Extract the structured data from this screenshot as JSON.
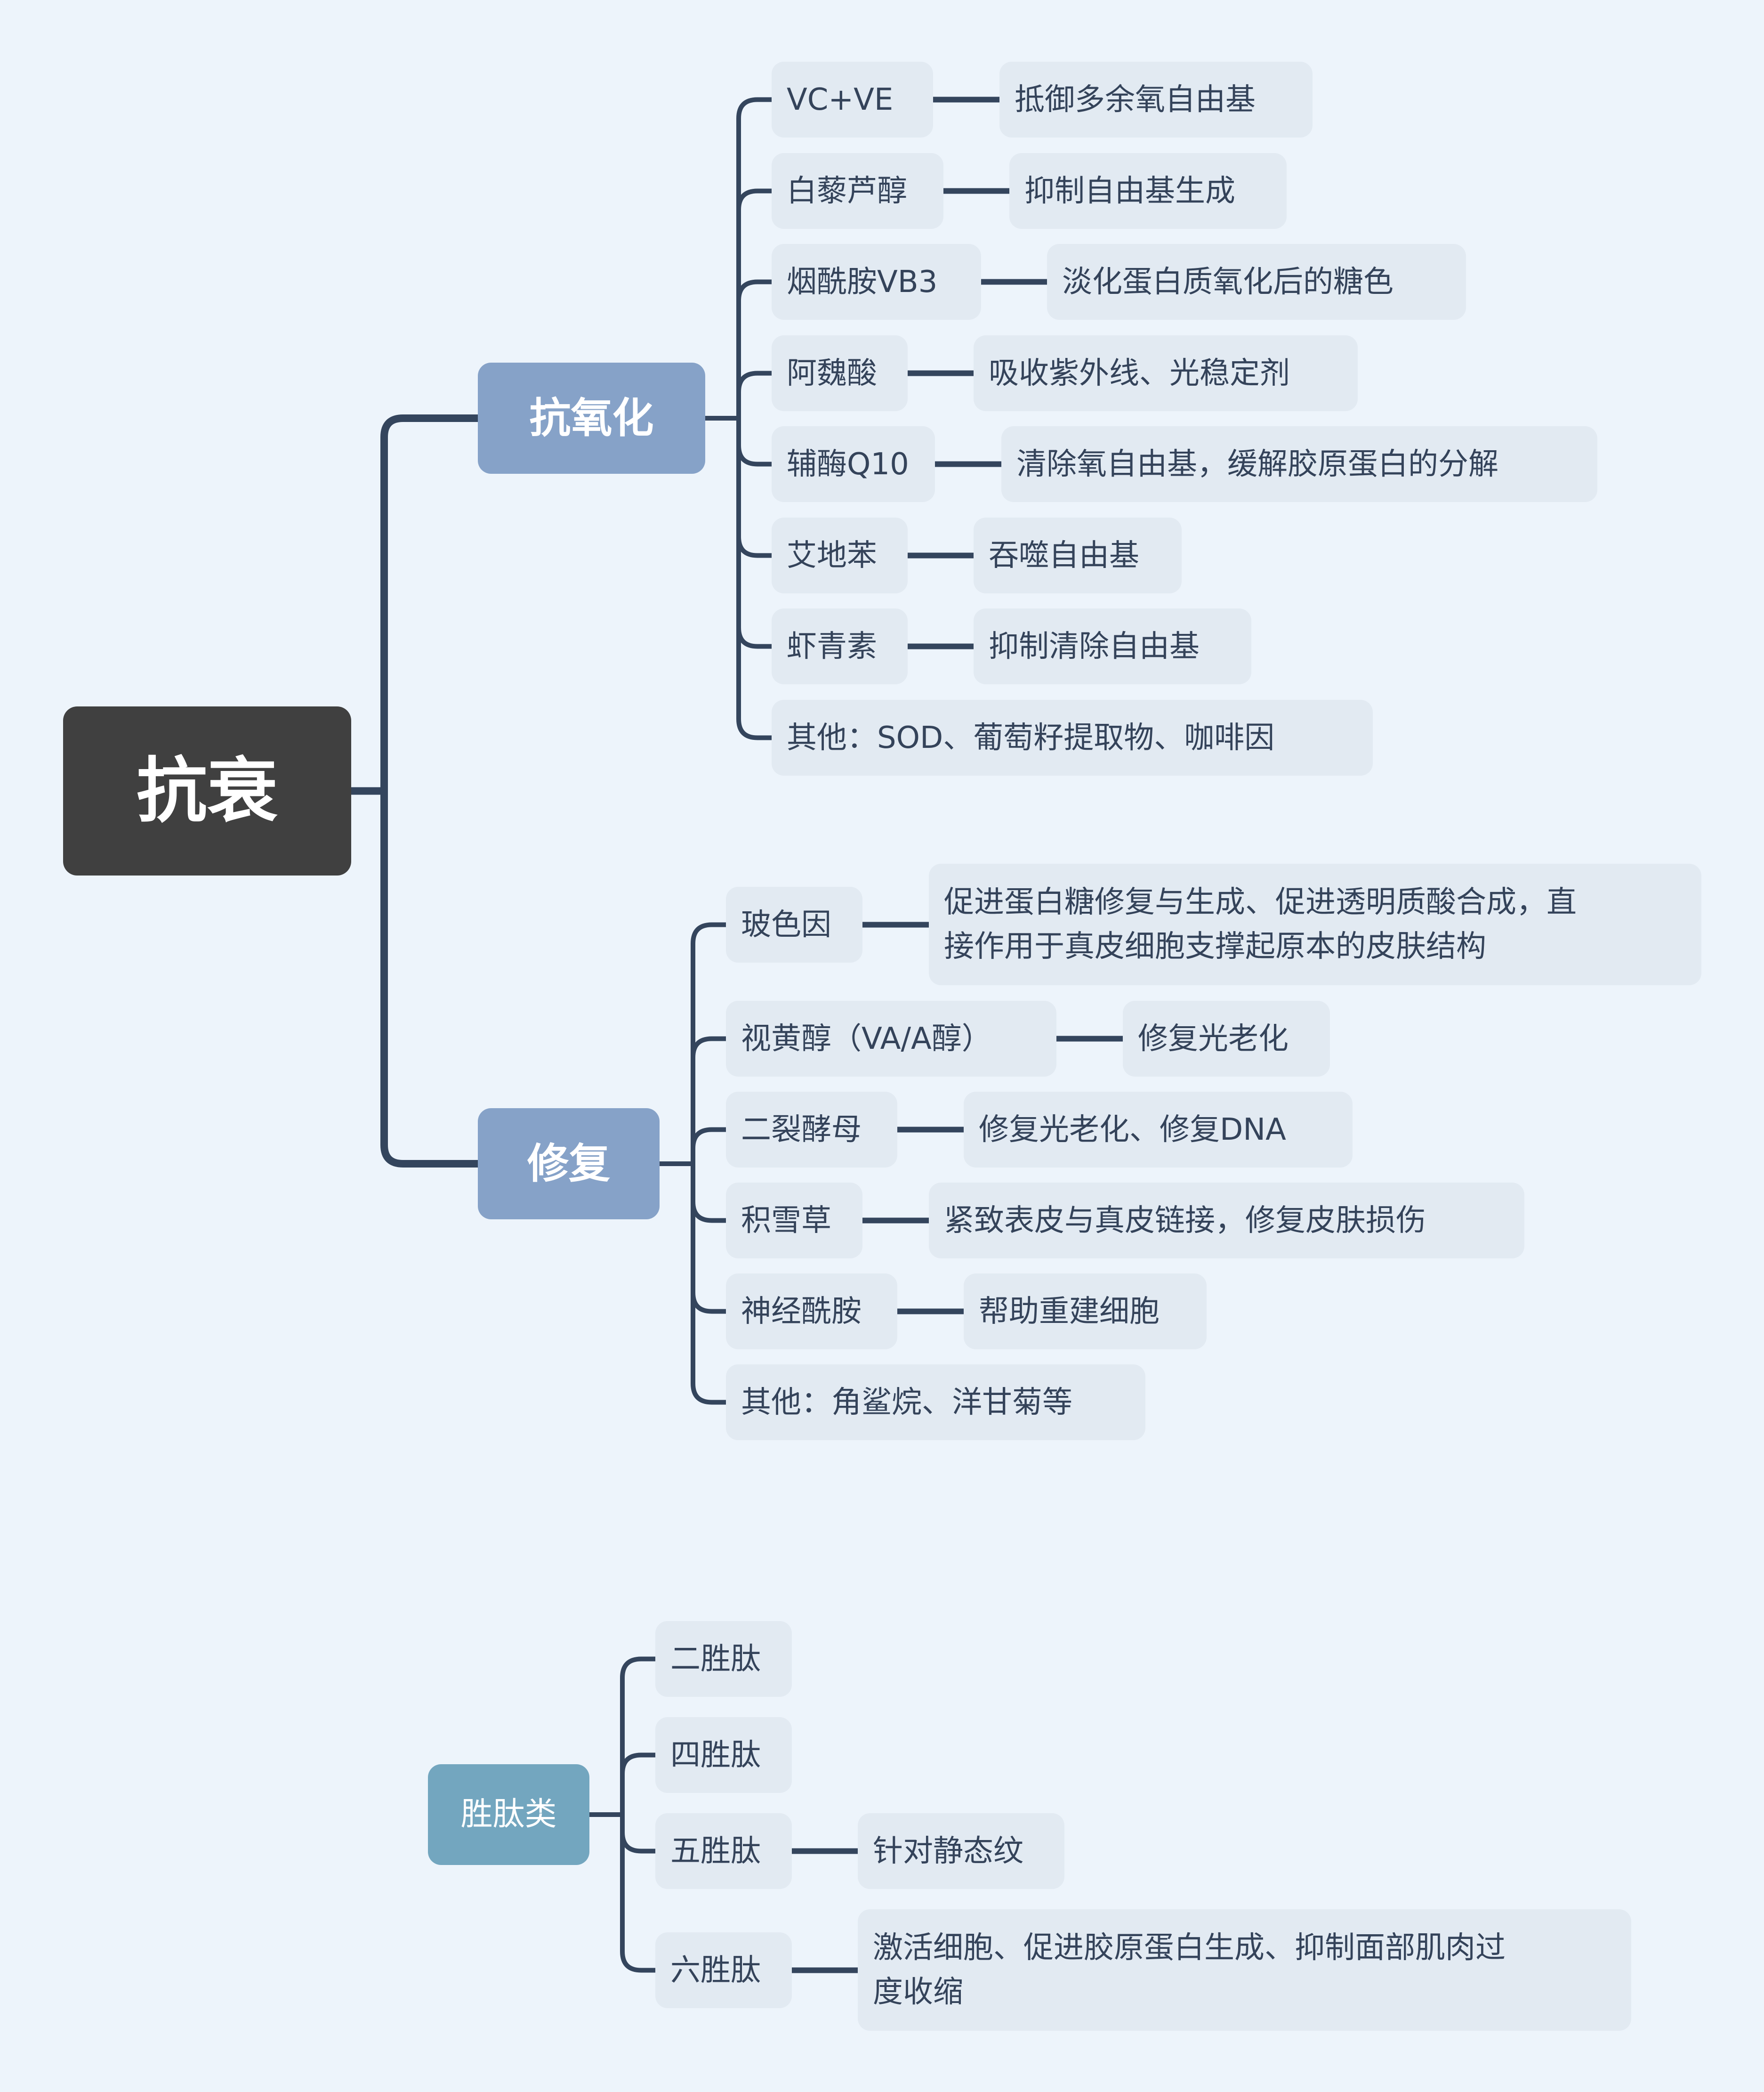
{
  "title": "抗衰",
  "colors": {
    "background": "#edf4fb",
    "line": "#34455d",
    "root_fill": "#404040",
    "main_fill": "#86a2c8",
    "floating_fill": "#73a6bf",
    "sub_fill": "#e2eaf2",
    "text_dark": "#34435a",
    "text_light": "#ffffff"
  },
  "root": {
    "label": "抗衰",
    "branches": [
      {
        "label": "抗氧化",
        "children": [
          {
            "label": "VC+VE",
            "desc": "抵御多余氧自由基"
          },
          {
            "label": "白藜芦醇",
            "desc": "抑制自由基生成"
          },
          {
            "label": "烟酰胺VB3",
            "desc": "淡化蛋白质氧化后的糖色"
          },
          {
            "label": "阿魏酸",
            "desc": "吸收紫外线、光稳定剂"
          },
          {
            "label": "辅酶Q10",
            "desc": "清除氧自由基，缓解胶原蛋白的分解"
          },
          {
            "label": "艾地苯",
            "desc": "吞噬自由基"
          },
          {
            "label": "虾青素",
            "desc": "抑制清除自由基"
          },
          {
            "label": "其他：SOD、葡萄籽提取物、咖啡因"
          }
        ]
      },
      {
        "label": "修复",
        "children": [
          {
            "label": "玻色因",
            "desc": [
              "促进蛋白糖修复与生成、促进透明质酸合成，直",
              "接作用于真皮细胞支撑起原本的皮肤结构"
            ]
          },
          {
            "label": "视黄醇（VA/A醇）",
            "desc": "修复光老化"
          },
          {
            "label": "二裂酵母",
            "desc": "修复光老化、修复DNA"
          },
          {
            "label": "积雪草",
            "desc": "紧致表皮与真皮链接，修复皮肤损伤"
          },
          {
            "label": "神经酰胺",
            "desc": "帮助重建细胞"
          },
          {
            "label": "其他：角鲨烷、洋甘菊等"
          }
        ]
      }
    ]
  },
  "floating_topic": {
    "label": "胜肽类",
    "children": [
      {
        "label": "二胜肽"
      },
      {
        "label": "四胜肽"
      },
      {
        "label": "五胜肽",
        "desc": "针对静态纹"
      },
      {
        "label": "六胜肽",
        "desc": [
          "激活细胞、促进胶原蛋白生成、抑制面部肌肉过",
          "度收缩"
        ]
      }
    ]
  }
}
